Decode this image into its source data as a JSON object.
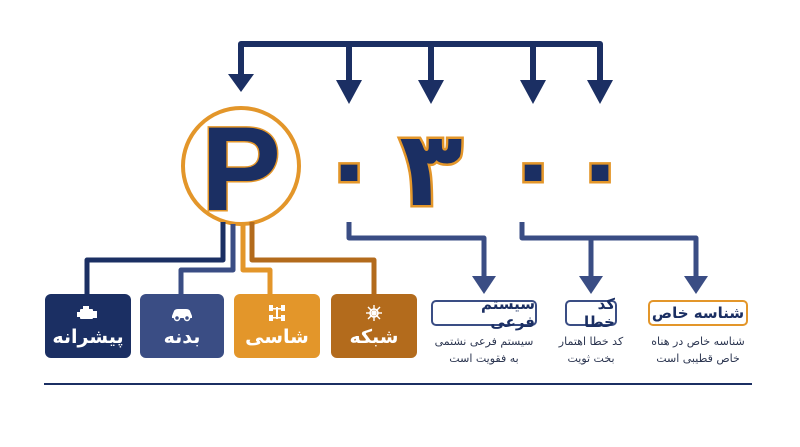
{
  "colors": {
    "navy": "#1b2f63",
    "blue": "#3a4d84",
    "orange": "#e3962a",
    "brown": "#b36b1c"
  },
  "code": {
    "letter": "P",
    "digits": [
      "٠",
      "٣",
      "٠",
      "٠"
    ]
  },
  "categories": [
    {
      "label": "پیشرانه",
      "icon": "engine-icon",
      "color": "#1b2f63"
    },
    {
      "label": "بدنه",
      "icon": "car-icon",
      "color": "#3a4d84"
    },
    {
      "label": "شاسی",
      "icon": "chassis-icon",
      "color": "#e3962a"
    },
    {
      "label": "شبکه",
      "icon": "network-icon",
      "color": "#b36b1c"
    }
  ],
  "segments": [
    {
      "title": "سیستم فرعی",
      "desc1": "سیستم فرعی نشتمی",
      "desc2": "به فقویت است"
    },
    {
      "title": "کد خطا",
      "desc1": "کد خطا اهتمار",
      "desc2": "بخت ثویت"
    },
    {
      "title": "شناسه خاص",
      "desc1": "شناسه خاص در هناه",
      "desc2": "خاص قطیبی است"
    }
  ]
}
